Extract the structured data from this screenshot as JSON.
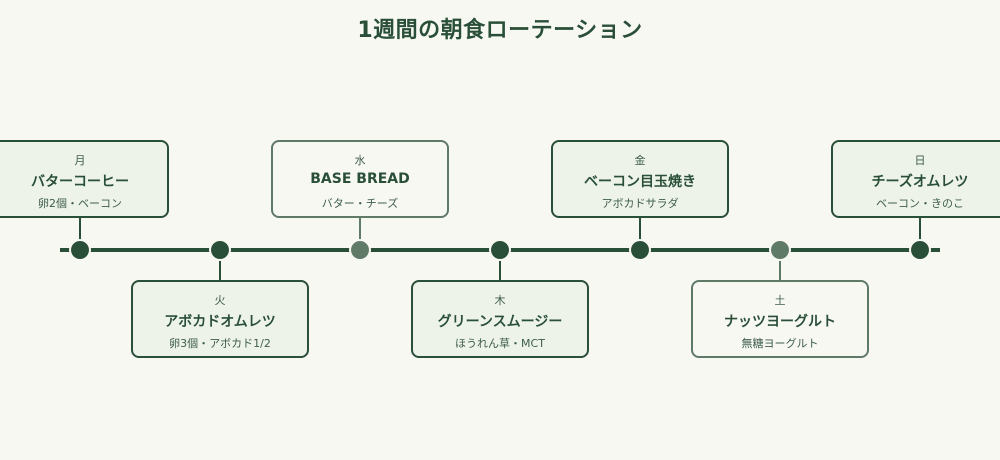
{
  "title": "1週間の朝食ローテーション",
  "days": [
    {
      "day": "月",
      "meal": "バターコーヒー",
      "detail": "卵2個・ベーコン",
      "style": "dark",
      "side": "above"
    },
    {
      "day": "火",
      "meal": "アボカドオムレツ",
      "detail": "卵3個・アボカド1/2",
      "style": "dark",
      "side": "below"
    },
    {
      "day": "水",
      "meal": "BASE BREAD",
      "detail": "バター・チーズ",
      "style": "light",
      "side": "above"
    },
    {
      "day": "木",
      "meal": "グリーンスムージー",
      "detail": "ほうれん草・MCT",
      "style": "dark",
      "side": "below"
    },
    {
      "day": "金",
      "meal": "ベーコン目玉焼き",
      "detail": "アボカドサラダ",
      "style": "dark",
      "side": "above"
    },
    {
      "day": "土",
      "meal": "ナッツヨーグルト",
      "detail": "無糖ヨーグルト",
      "style": "light",
      "side": "below"
    },
    {
      "day": "日",
      "meal": "チーズオムレツ",
      "detail": "ベーコン・きのこ",
      "style": "dark",
      "side": "above"
    }
  ],
  "colors": {
    "primary": "#2a4f38",
    "muted": "#607a68",
    "card_fill": "#edf3e9",
    "background": "#f8f8f3"
  }
}
